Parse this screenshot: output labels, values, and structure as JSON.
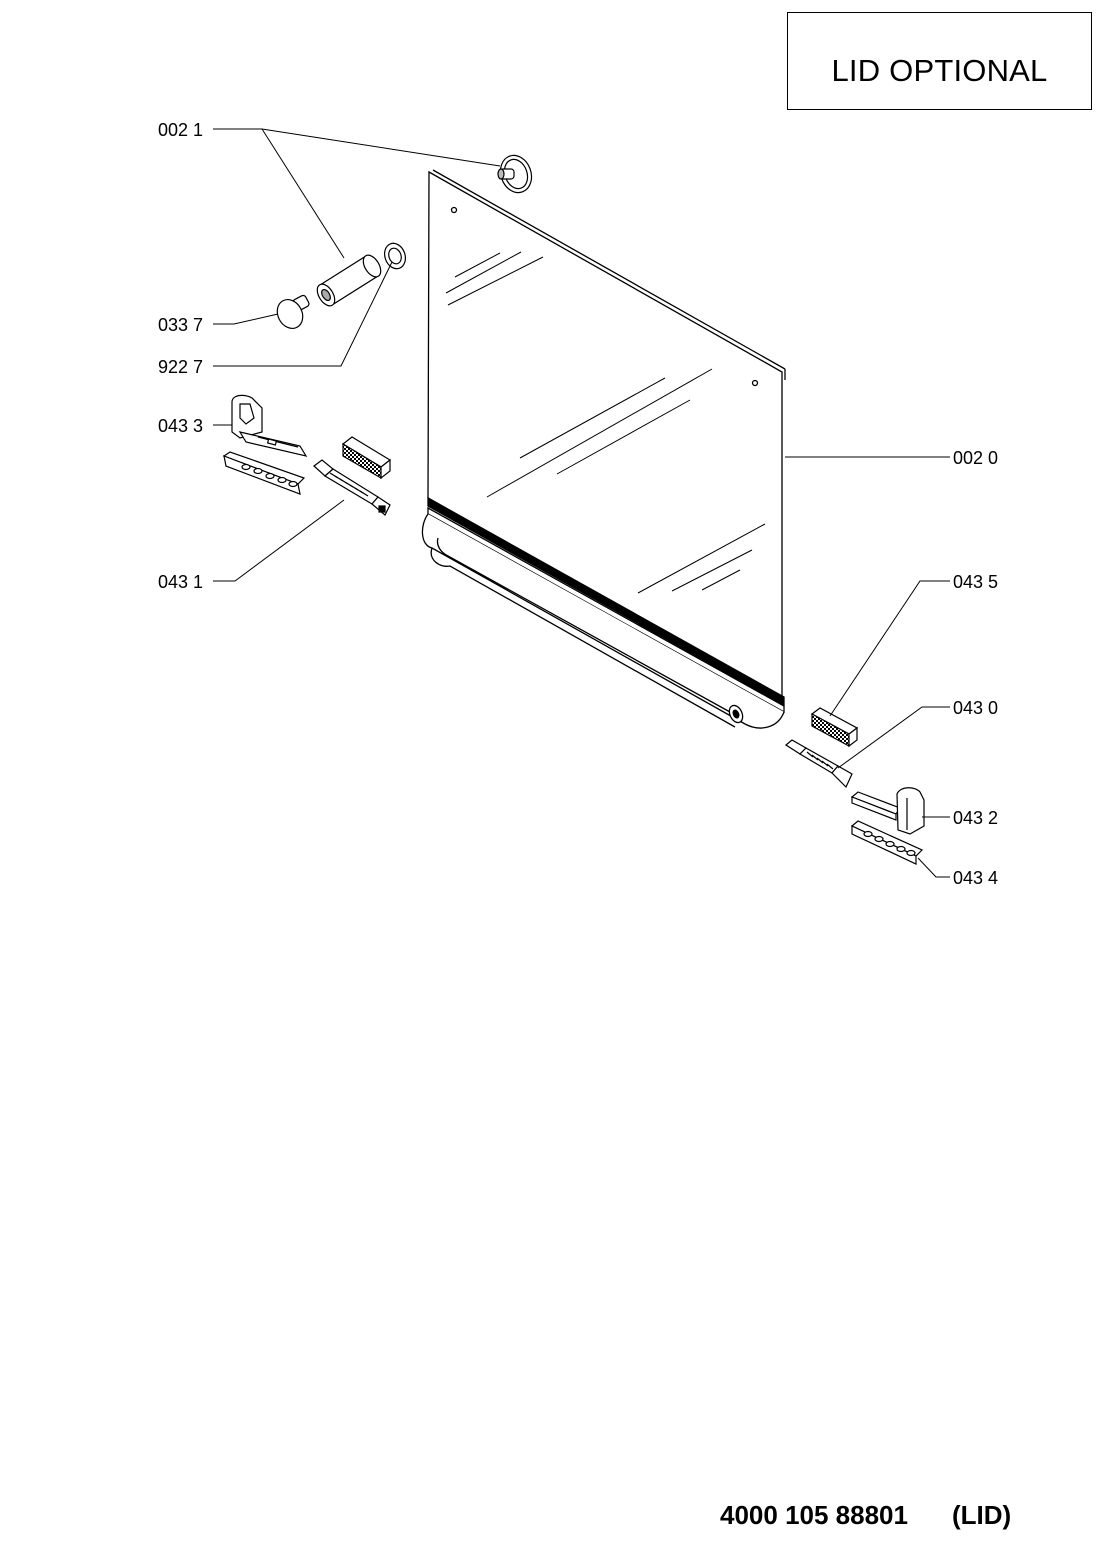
{
  "title": "LID OPTIONAL",
  "labels": {
    "p0021": "002 1",
    "p0337": "033 7",
    "p9227": "922 7",
    "p0433": "043 3",
    "p0431": "043 1",
    "p0020": "002 0",
    "p0435": "043 5",
    "p0430": "043 0",
    "p0432": "043 2",
    "p0434": "043 4"
  },
  "footer": {
    "part_number": "4000 105 88801",
    "suffix": "(LID)"
  }
}
